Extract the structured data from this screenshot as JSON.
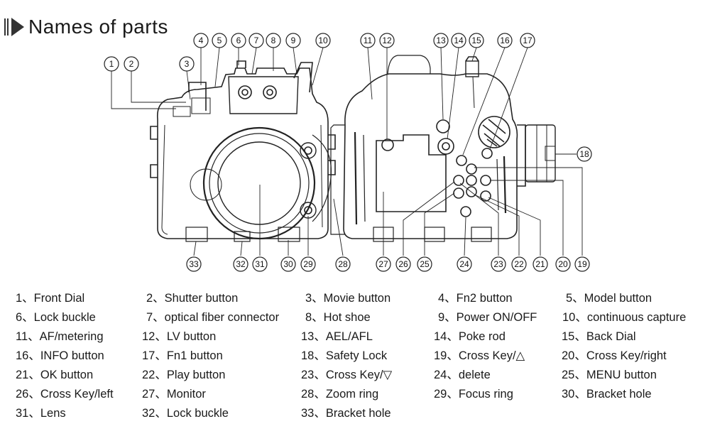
{
  "title": "Names of parts",
  "callouts": [
    "1",
    "2",
    "3",
    "4",
    "5",
    "6",
    "7",
    "8",
    "9",
    "10",
    "11",
    "12",
    "13",
    "14",
    "15",
    "16",
    "17",
    "18",
    "19",
    "20",
    "21",
    "22",
    "23",
    "24",
    "25",
    "26",
    "27",
    "28",
    "29",
    "30",
    "31",
    "32",
    "33"
  ],
  "parts": [
    "1、Front Dial",
    "2、Shutter button",
    "3、Movie button",
    "4、Fn2 button",
    "5、Model button",
    "6、Lock buckle",
    "7、optical fiber connector",
    "8、Hot shoe",
    "9、Power ON/OFF",
    "10、continuous capture",
    "11、AF/metering",
    "12、LV button",
    "13、AEL/AFL",
    "14、Poke rod",
    "15、Back Dial",
    "16、INFO button",
    "17、Fn1 button",
    "18、Safety Lock",
    "19、Cross Key/△",
    "20、Cross Key/right",
    "21、OK button",
    "22、Play button",
    "23、Cross Key/▽",
    "24、delete",
    "25、MENU button",
    "26、Cross Key/left",
    "27、Monitor",
    "28、Zoom ring",
    "29、Focus ring",
    "30、Bracket hole",
    "31、Lens",
    "32、Lock buckle",
    "33、Bracket hole"
  ]
}
